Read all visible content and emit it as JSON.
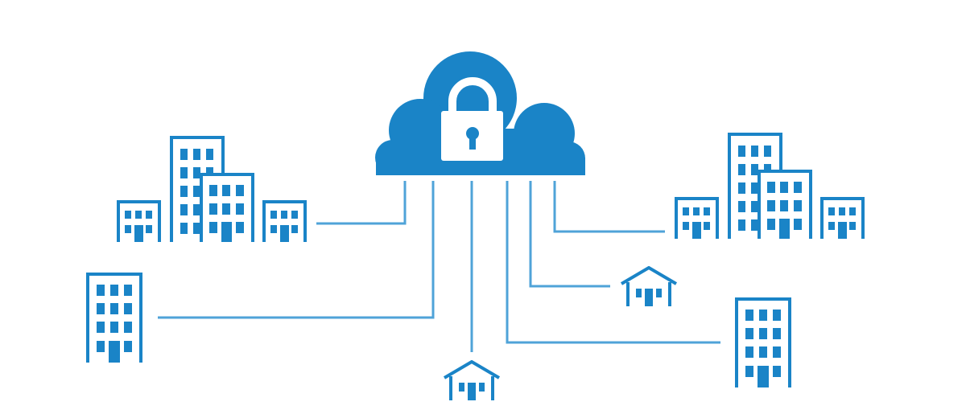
{
  "colors": {
    "icon": "#1a84c7",
    "connector": "#4fa3d8",
    "lock": "#ffffff",
    "background": "#ffffff"
  },
  "diagram": {
    "hub": "cloud-lock-icon",
    "nodes": [
      "office-cluster-left",
      "office-building-left",
      "house-bottom",
      "office-building-right",
      "house-right",
      "office-cluster-right"
    ]
  }
}
